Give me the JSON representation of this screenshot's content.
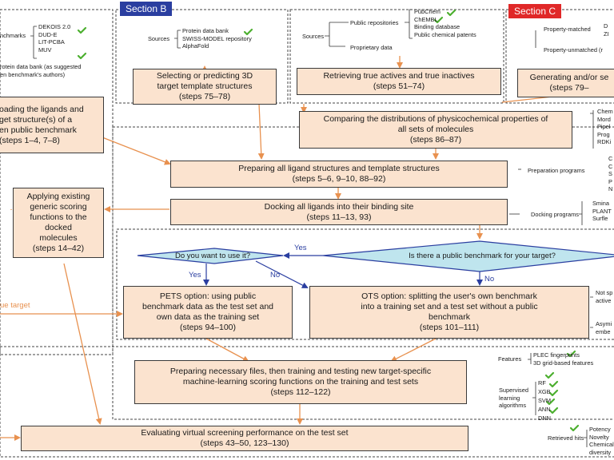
{
  "sections": {
    "b_label": "Section B",
    "c_label": "Section C",
    "b_color": "#2a3ea0",
    "c_color": "#e02828"
  },
  "section_a_side": {
    "benchmarks_label": "nchmarks",
    "benchmarks_list": "DEKOIS 2.0\nDUD-E\nLIT-PCBA\nMUV",
    "extra_note": "rotein data bank (as suggested\nen benchmark's authors)"
  },
  "section_b_side": {
    "sources_label": "Sources",
    "sources_list": "Protein data bank\nSWISS-MODEL repository\nAlphaFold"
  },
  "middle_side": {
    "sources_label": "Sources",
    "public_label": "Public repositories",
    "public_list": "PubChem\nChEMBL\nBinding database\nPublic chemical patents",
    "proprietary_label": "Proprietary data"
  },
  "section_c_side": {
    "matched_label": "Property-matched",
    "matched_value": "D\nZI",
    "unmatched_label": "Property-unmatched (r"
  },
  "property_programs": "Chem\nMord\nPipel\nProg\nRDKi",
  "preparation": {
    "label": "Preparation programs",
    "list": "C\nC\nS\nP\nN"
  },
  "docking": {
    "label": "Docking programs",
    "list": "Smina\nPLANT\nSurfle"
  },
  "ots_notes": {
    "top": "Not sp\nactive",
    "bottom": "Asymi\nembe"
  },
  "ml_side": {
    "features_label": "Features",
    "features_list": "PLEC fingerprints\n3D grid-based features",
    "algo_label": "Supervised\nlearning\nalgorithms",
    "algo_list": "RF\nXGB\nSVM\nANN\nDNN"
  },
  "retrieved": {
    "label": "Retrieved hits",
    "list": "Potency\nNovelty\nChemical diversity"
  },
  "boxes": {
    "loading": "oading the ligands and\nget structure(s) of a\nen public benchmark\n(steps 1–4, 7–8)",
    "selecting": "Selecting or predicting 3D\ntarget template structures\n(steps 75–78)",
    "retrieving": "Retrieving true actives and true inactives\n(steps 51–74)",
    "generating": "Generating and/or se\n(steps 79–",
    "comparing": "Comparing the distributions of physicochemical properties of\nall sets of molecules\n(steps 86–87)",
    "preparing": "Preparing all ligand structures and template structures\n(steps 5–6, 9–10, 88–92)",
    "applying": "Applying existing\ngeneric scoring\nfunctions to the\ndocked\nmolecules\n(steps 14–42)",
    "docking": "Docking all ligands into their binding site\n(steps 11–13, 93)",
    "pets": "PETS option: using public\nbenchmark data as the test set and\nown data as the training set\n(steps 94–100)",
    "ots": "OTS option: splitting the user's own benchmark\ninto a training set and a test set without a public\nbenchmark\n(steps 101–111)",
    "ml": "Preparing necessary files, then training and testing new target-specific\nmachine-learning scoring functions on the training and test sets\n(steps 112–122)",
    "evaluating": "Evaluating virtual screening performance on the test set\n(steps 43–50, 123–130)"
  },
  "decisions": {
    "use_it": "Do you want to use it?",
    "public_benchmark": "Is there a public benchmark for your target?",
    "yes": "Yes",
    "no": "No"
  },
  "ue_target": "ue target",
  "colors": {
    "box_fill": "#fbe3cf",
    "arrow": "#e8914f",
    "diamond_fill": "#bfe5ee",
    "diamond_stroke": "#2a3ea0",
    "check": "#4caf2f"
  }
}
